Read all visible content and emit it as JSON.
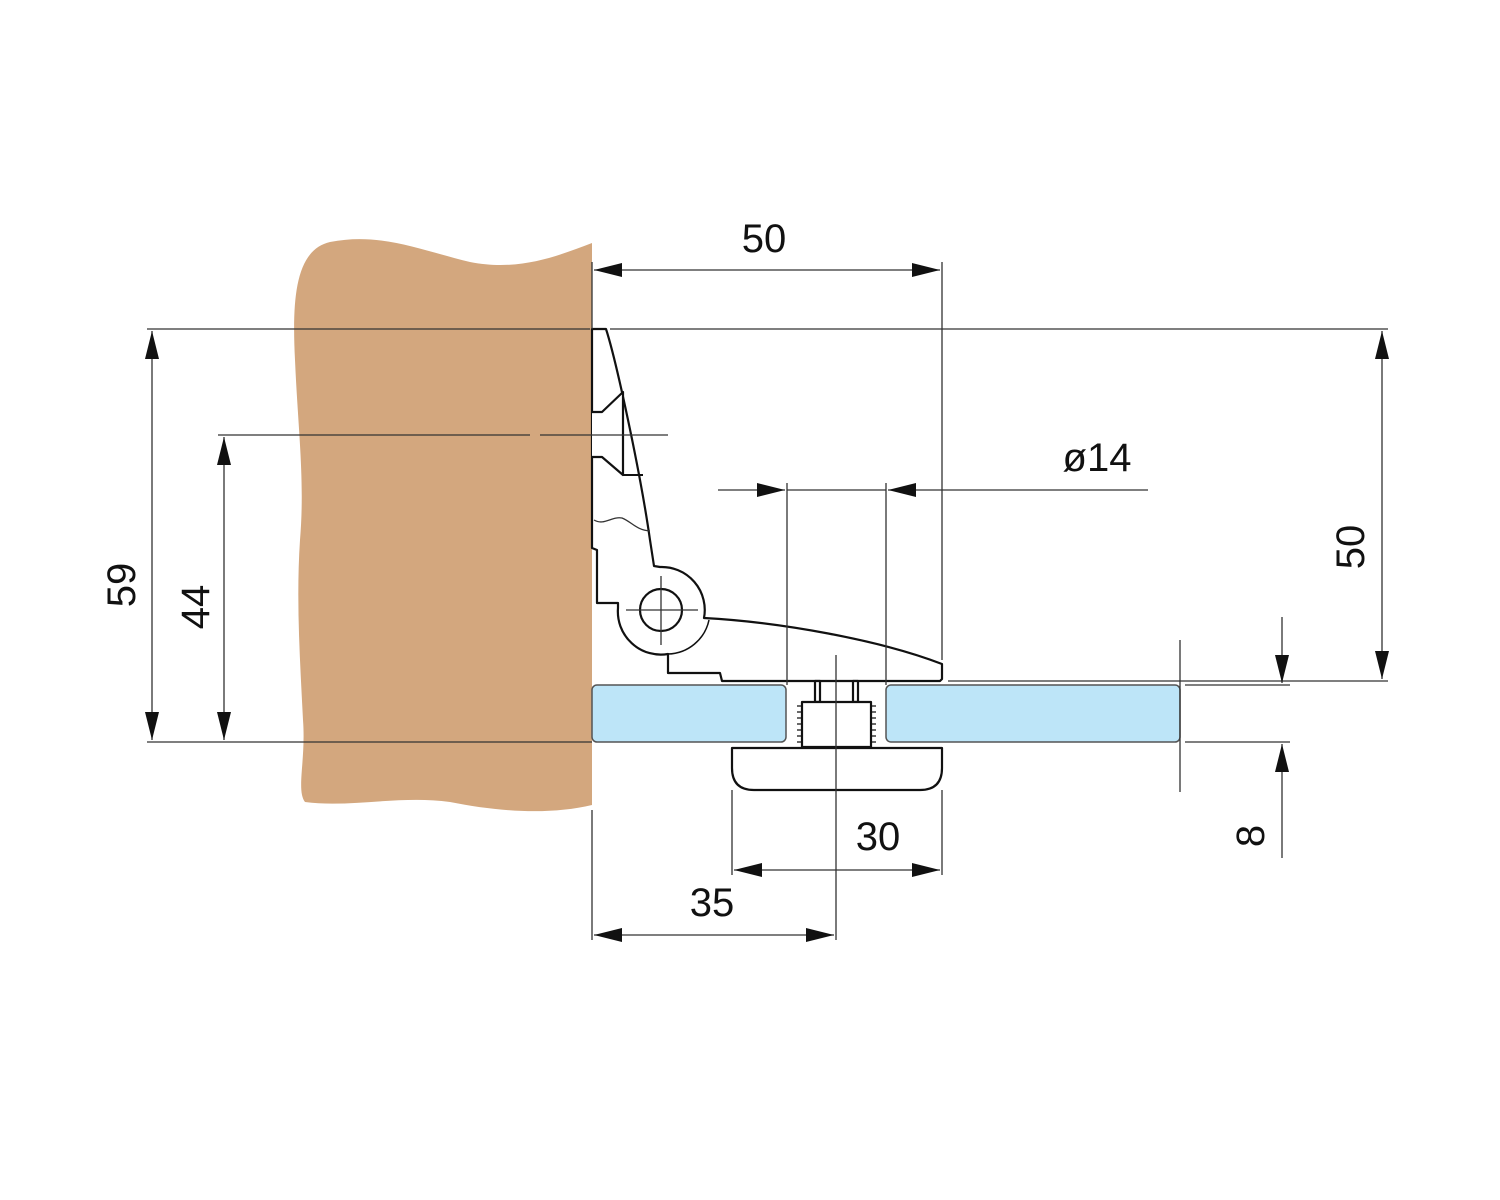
{
  "colors": {
    "wall": "#D3A77E",
    "glass": "#BDE5F8",
    "line": "#111111"
  },
  "dimensions": {
    "top_width": "50",
    "overall_height": "59",
    "hole_height": "44",
    "right_height": "50",
    "hole_diameter": "ø14",
    "glass_thickness": "8",
    "cap_width": "30",
    "center_offset": "35"
  }
}
